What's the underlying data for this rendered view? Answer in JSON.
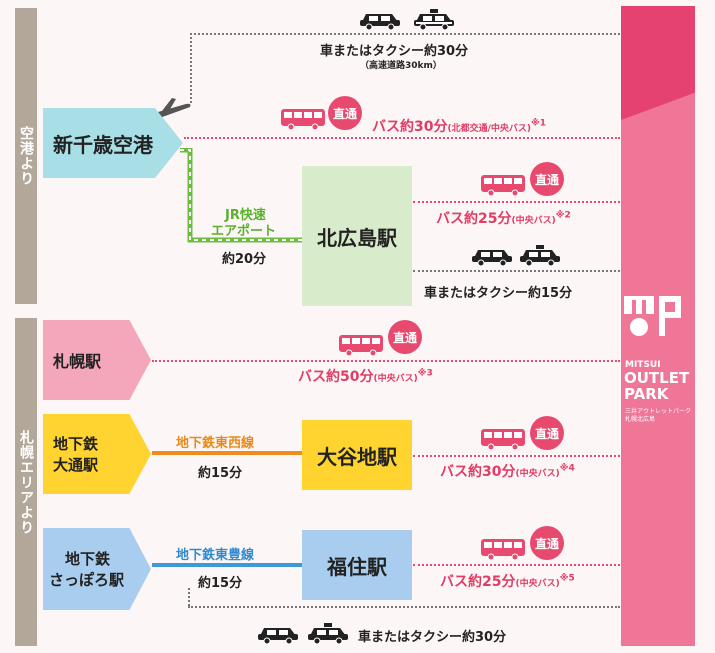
{
  "sidebar": {
    "airport_label": "空港より",
    "sapporo_label": "札幌エリアより"
  },
  "origins": {
    "new_chitose": "新千歳空港",
    "sapporo_station": "札幌駅",
    "odori_line1": "地下鉄",
    "odori_line2": "大通駅",
    "susukino_line1": "地下鉄",
    "susukino_line2": "さっぽろ駅"
  },
  "stations": {
    "kitahiroshima": "北広島駅",
    "oyachi": "大谷地駅",
    "fukuzumi": "福住駅"
  },
  "routes": {
    "car_top_main": "車またはタクシー約30分",
    "car_top_sub": "（高速道路30km）",
    "bus_airport_main": "バス約30分",
    "bus_airport_note": "(北都交通/中央バス)",
    "bus_airport_ref": "※1",
    "jr_line1": "JR快速",
    "jr_line2": "エアポート",
    "jr_time": "約20分",
    "bus_kita_main": "バス約25分",
    "bus_kita_note": "(中央バス)",
    "bus_kita_ref": "※2",
    "car_kita": "車またはタクシー約15分",
    "bus_sapporo_main": "バス約50分",
    "bus_sapporo_note": "(中央バス)",
    "bus_sapporo_ref": "※3",
    "tozai_line": "地下鉄東西線",
    "tozai_time": "約15分",
    "bus_oyachi_main": "バス約30分",
    "bus_oyachi_note": "(中央バス)",
    "bus_oyachi_ref": "※4",
    "toho_line": "地下鉄東豊線",
    "toho_time": "約15分",
    "bus_fukuzumi_main": "バス約25分",
    "bus_fukuzumi_note": "(中央バス)",
    "bus_fukuzumi_ref": "※5",
    "car_bottom": "車またはタクシー約30分"
  },
  "badge_label": "直通",
  "destination": {
    "logo_letters": "MOP",
    "brand1": "MITSUI",
    "brand2": "OUTLET",
    "brand3": "PARK",
    "sub1": "三井アウトレットパーク",
    "sub2": "札幌北広島"
  },
  "colors": {
    "pink": "#e03c64",
    "jr_green": "#6abe3c",
    "tozai_orange": "#f08c1e",
    "toho_blue": "#3e9ad6",
    "airport_cyan": "#a8dfe6",
    "origin_pink": "#f4a7bb",
    "subway_yellow": "#ffd330",
    "subway_blue": "#a9cdee",
    "jr_box_green": "#d8eccc"
  },
  "icons": [
    "airplane-icon",
    "bus-icon",
    "car-icon",
    "taxi-icon"
  ]
}
